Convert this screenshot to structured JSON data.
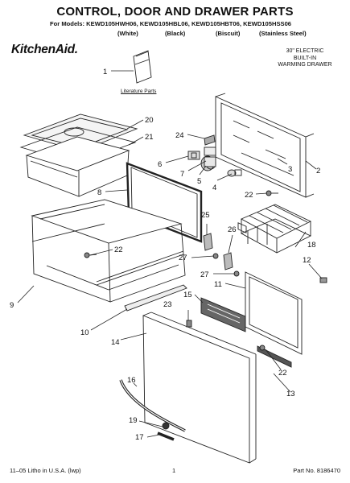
{
  "title": "CONTROL, DOOR AND DRAWER PARTS",
  "models_line": "For Models: KEWD105HWH06, KEWD105HBL06, KEWD105HBT06, KEWD105HSS06",
  "variants": [
    "(White)",
    "(Black)",
    "(Biscuit)",
    "(Stainless Steel)"
  ],
  "brand": "KitchenAid.",
  "description_lines": [
    "30\" ELECTRIC",
    "BUILT-IN",
    "WARMING DRAWER"
  ],
  "literature_label": "Literature Parts",
  "callouts": [
    "1",
    "2",
    "3",
    "4",
    "5",
    "6",
    "7",
    "8",
    "9",
    "10",
    "11",
    "12",
    "13",
    "14",
    "15",
    "16",
    "17",
    "18",
    "19",
    "20",
    "21",
    "22",
    "22",
    "22",
    "23",
    "24",
    "25",
    "26",
    "27",
    "27"
  ],
  "footer": {
    "left": "11–05 Litho in U.S.A. (lwp)",
    "center": "1",
    "right": "Part No. 8186470"
  }
}
